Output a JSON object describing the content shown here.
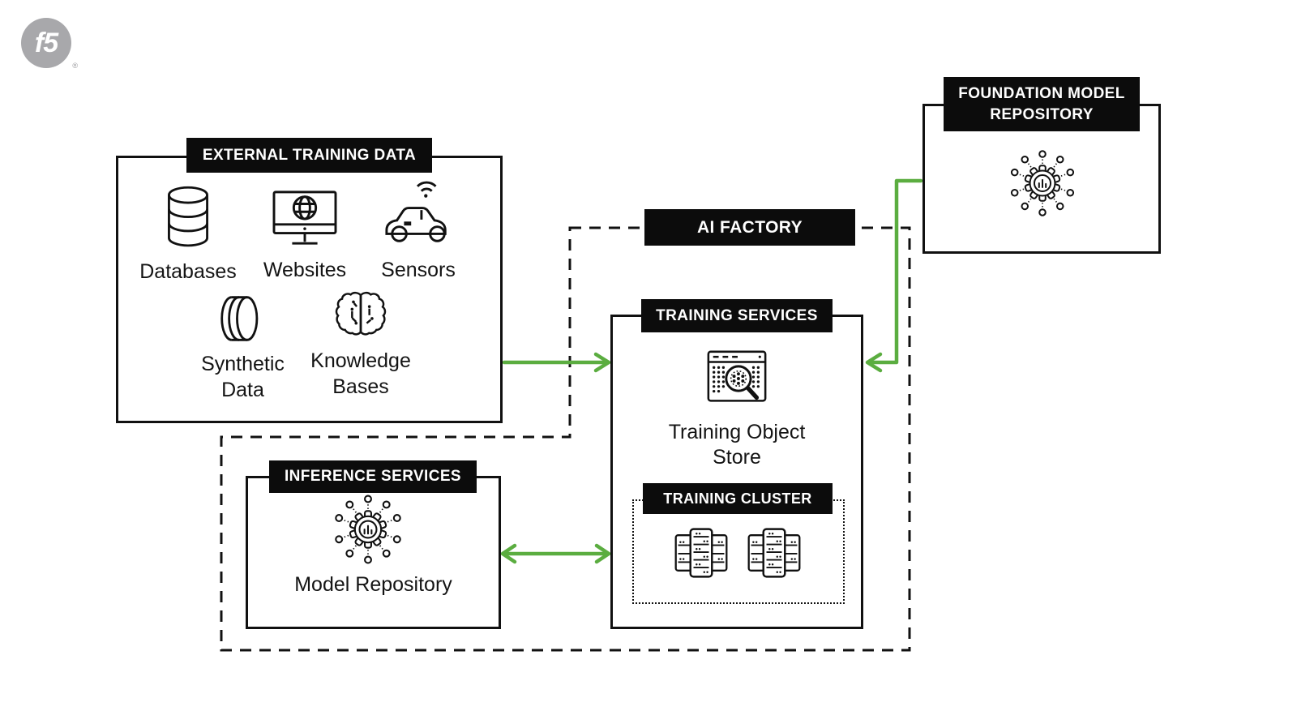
{
  "logo": {
    "text": "f5",
    "registered_mark": "®"
  },
  "colors": {
    "accent_green": "#5BAD40",
    "box_black": "#0c0c0c",
    "line_black": "#111111",
    "logo_grey": "#a8a8ab"
  },
  "external_training_data": {
    "title": "EXTERNAL TRAINING DATA",
    "items": [
      {
        "label": "Databases",
        "icon": "database-icon"
      },
      {
        "label": "Websites",
        "icon": "monitor-globe-icon"
      },
      {
        "label": "Sensors",
        "icon": "smart-car-icon"
      },
      {
        "label": "Synthetic Data",
        "icon": "synthetic-data-icon"
      },
      {
        "label": "Knowledge Bases",
        "icon": "brain-icon"
      }
    ]
  },
  "ai_factory": {
    "title": "AI FACTORY"
  },
  "training_services": {
    "title": "TRAINING SERVICES",
    "object_store_label": "Training Object Store",
    "training_cluster": {
      "title": "TRAINING CLUSTER",
      "icon": "server-cluster-icon"
    }
  },
  "inference_services": {
    "title": "INFERENCE SERVICES",
    "label": "Model Repository",
    "icon": "model-hub-icon"
  },
  "foundation_model_repository": {
    "title": "FOUNDATION MODEL REPOSITORY",
    "icon": "model-hub-icon"
  }
}
